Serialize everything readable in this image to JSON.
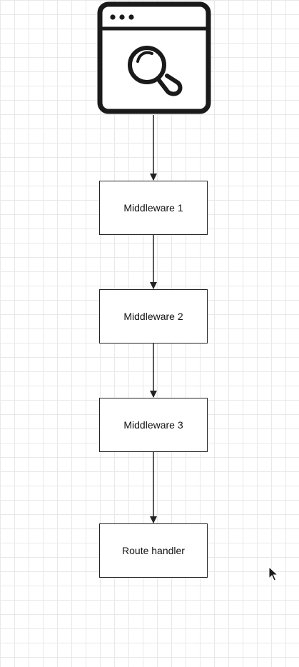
{
  "diagram": {
    "start_icon": "browser-search-icon",
    "nodes": [
      {
        "id": "middleware-1",
        "label": "Middleware 1"
      },
      {
        "id": "middleware-2",
        "label": "Middleware 2"
      },
      {
        "id": "middleware-3",
        "label": "Middleware 3"
      },
      {
        "id": "route-handler",
        "label": "Route handler"
      }
    ],
    "edges": [
      {
        "from": "browser",
        "to": "middleware-1"
      },
      {
        "from": "middleware-1",
        "to": "middleware-2"
      },
      {
        "from": "middleware-2",
        "to": "middleware-3"
      },
      {
        "from": "middleware-3",
        "to": "route-handler"
      }
    ]
  },
  "colors": {
    "stroke": "#222222",
    "grid": "#e9e9e9",
    "background": "#ffffff"
  }
}
